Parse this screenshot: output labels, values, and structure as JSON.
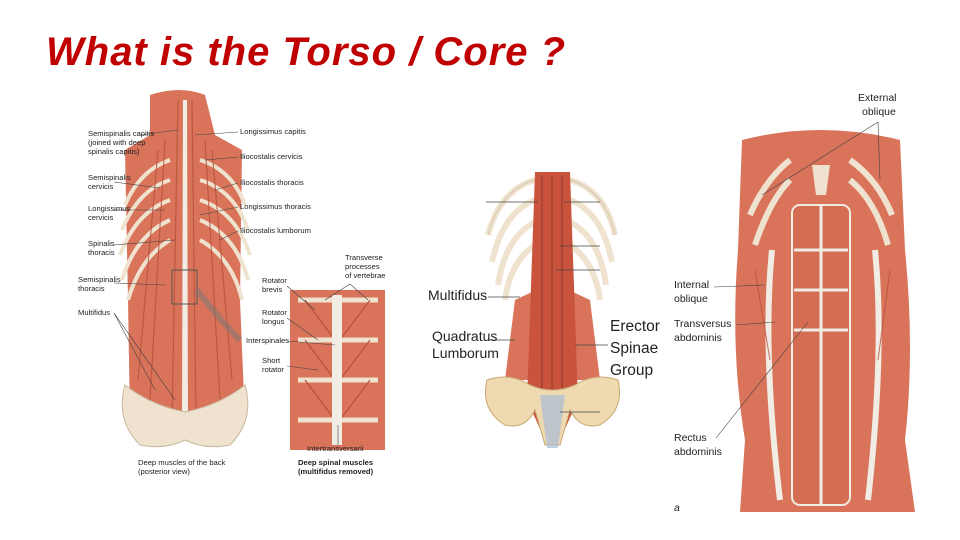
{
  "slide": {
    "title": "What is the Torso / Core ?"
  },
  "figure_back": {
    "labels_left": [
      "Semispinalis capitis",
      "(joined with deep",
      "spinalis capitis)",
      "Semispinalis",
      "cervicis",
      "Longissimus",
      "cervicis",
      "Spinalis",
      "thoracis",
      "Semispinalis",
      "thoracis",
      "Multifidus"
    ],
    "labels_right": [
      "Longissimus capitis",
      "Iliocostalis cervicis",
      "Iliocostalis thoracis",
      "Longissimus thoracis",
      "Iliocostalis lumborum"
    ],
    "caption_line1": "Deep muscles of the back",
    "caption_line2": "(posterior view)"
  },
  "figure_deep": {
    "label_top": [
      "Transverse",
      "processes",
      "of vertebrae"
    ],
    "labels_left": [
      "Rotator",
      "brevis",
      "Rotator",
      "longus",
      "Interspinales",
      "Short",
      "rotator"
    ],
    "label_bottom": "Intertransversarii",
    "caption_line1": "Deep spinal muscles",
    "caption_line2": "(multifidus removed)"
  },
  "figure_spine": {
    "multifidus": "Multifidus",
    "quadratus_line1": "Quadratus",
    "quadratus_line2": "Lumborum",
    "erector_line1": "Erector",
    "erector_line2": "Spinae",
    "erector_line3": "Group"
  },
  "figure_abdomen": {
    "external_line1": "External",
    "external_line2": "oblique",
    "internal_line1": "Internal",
    "internal_line2": "oblique",
    "transversus_line1": "Transversus",
    "transversus_line2": "abdominis",
    "rectus_line1": "Rectus",
    "rectus_line2": "abdominis",
    "panel_letter": "a"
  },
  "colors": {
    "title": "#c00000",
    "muscle": "#d9735a",
    "muscle_dark": "#b8513c",
    "bone": "#efe3cf",
    "tendon": "#f1ece4"
  }
}
